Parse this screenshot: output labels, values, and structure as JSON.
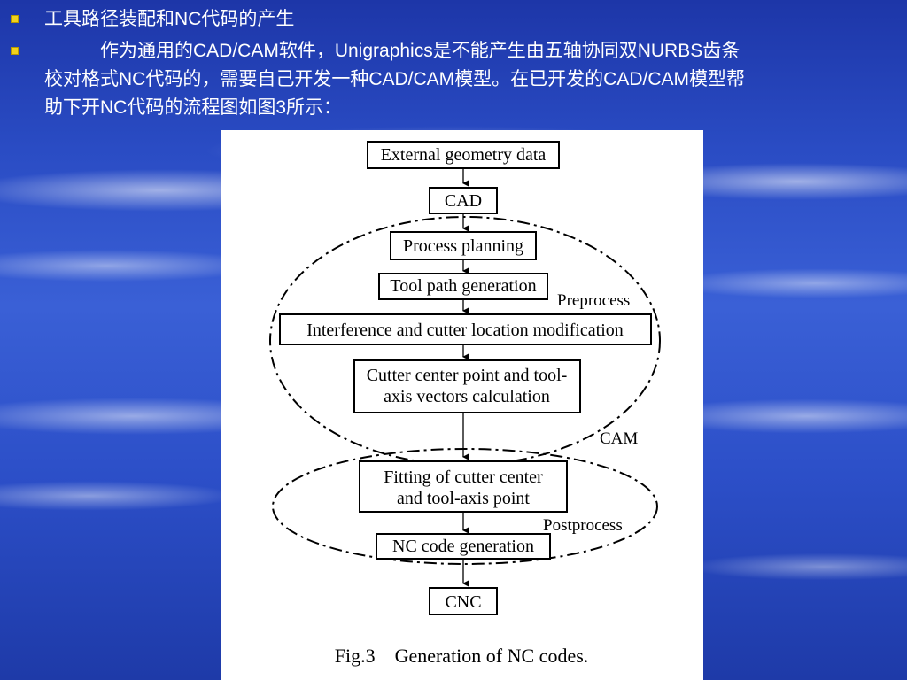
{
  "bullets": [
    {
      "lines": [
        "工具路径装配和NC代码的产生"
      ]
    },
    {
      "lines": [
        "　　　作为通用的CAD/CAM软件，Unigraphics是不能产生由五轴协同双NURBS齿条",
        "校对格式NC代码的，需要自己开发一种CAD/CAM模型。在已开发的CAD/CAM模型帮",
        "助下开NC代码的流程图如图3所示："
      ]
    }
  ],
  "flowchart": {
    "boxes": {
      "external": "External geometry data",
      "cad": "CAD",
      "process": "Process planning",
      "toolpath": "Tool path generation",
      "interference": "Interference and cutter location modification",
      "cutter_line1": "Cutter center point and tool-",
      "cutter_line2": "axis vectors calculation",
      "fitting_line1": "Fitting of cutter center",
      "fitting_line2": "and tool-axis point",
      "nccode": "NC code generation",
      "cnc": "CNC"
    },
    "labels": {
      "preprocess": "Preprocess",
      "cam": "CAM",
      "postprocess": "Postprocess"
    },
    "caption": "Fig.3    Generation of NC codes."
  }
}
